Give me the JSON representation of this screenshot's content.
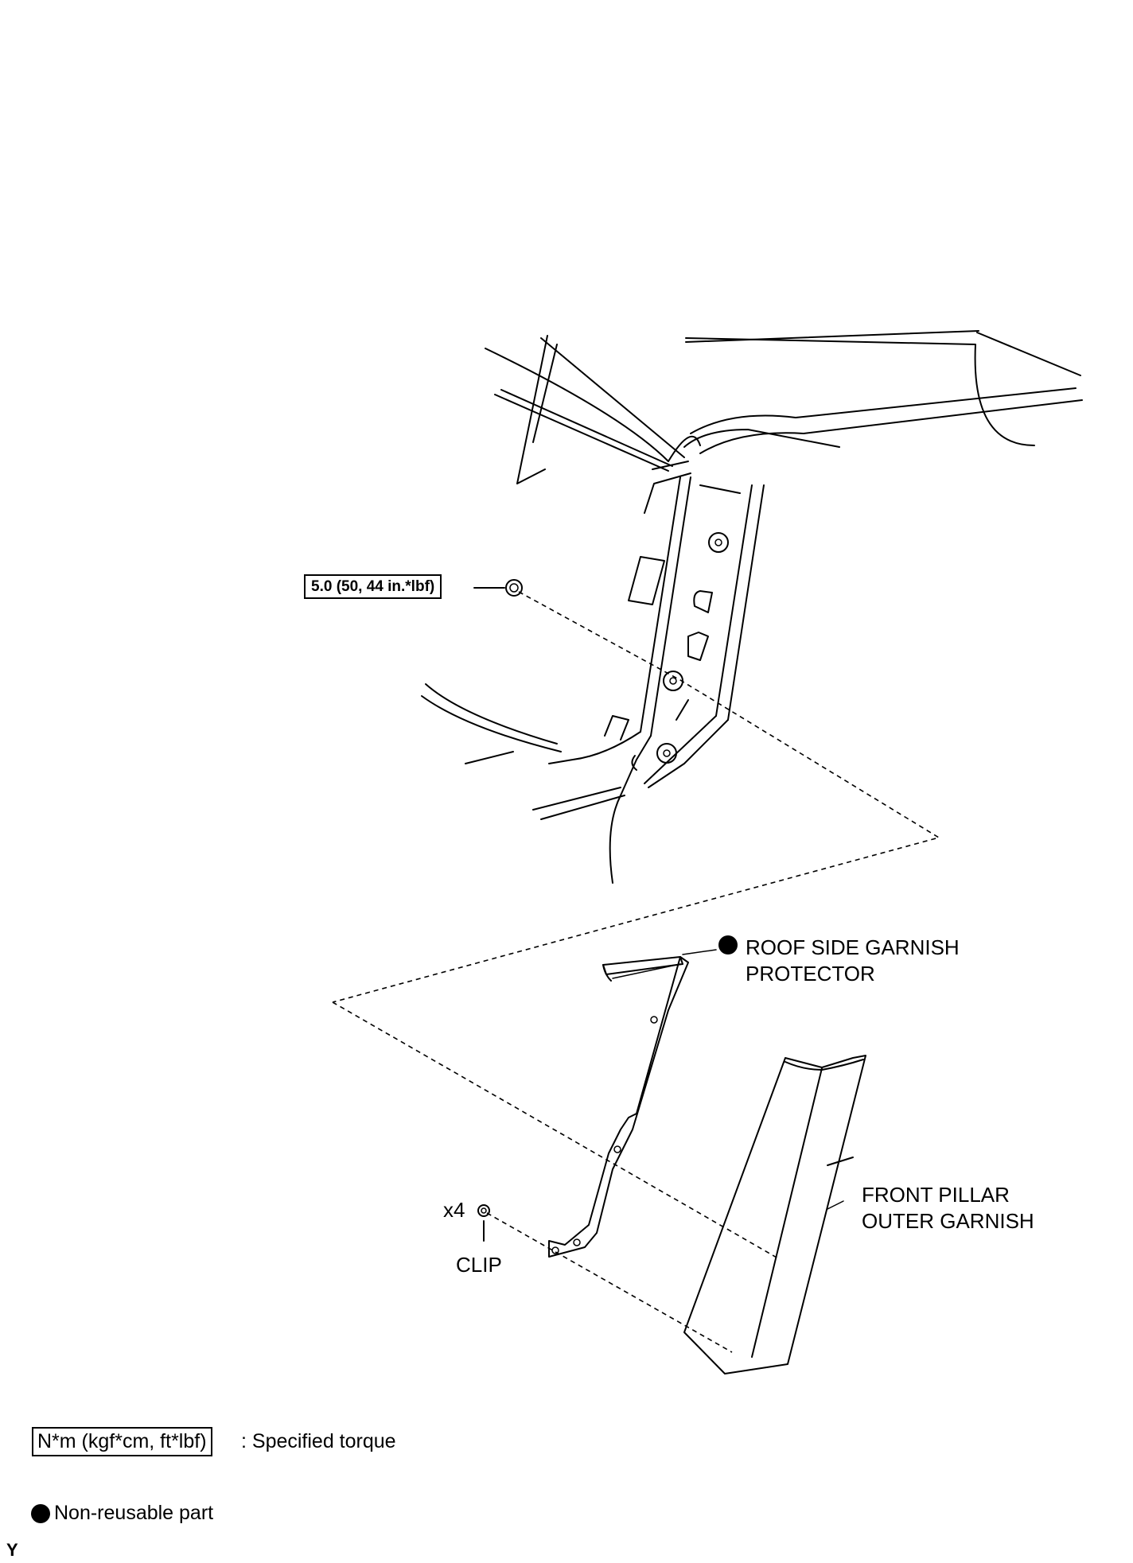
{
  "torque_callout": "5.0 (50, 44 in.*lbf)",
  "parts": {
    "roof_side_garnish_protector": [
      "ROOF SIDE GARNISH",
      "PROTECTOR"
    ],
    "front_pillar_outer_garnish": [
      "FRONT PILLAR",
      "OUTER GARNISH"
    ],
    "clip_quantity": "x4",
    "clip": "CLIP"
  },
  "legend": {
    "torque_units": "N*m (kgf*cm, ft*lbf)",
    "torque_desc": ": Specified torque",
    "non_reusable": "Non-reusable part"
  },
  "corner_mark": "Y"
}
